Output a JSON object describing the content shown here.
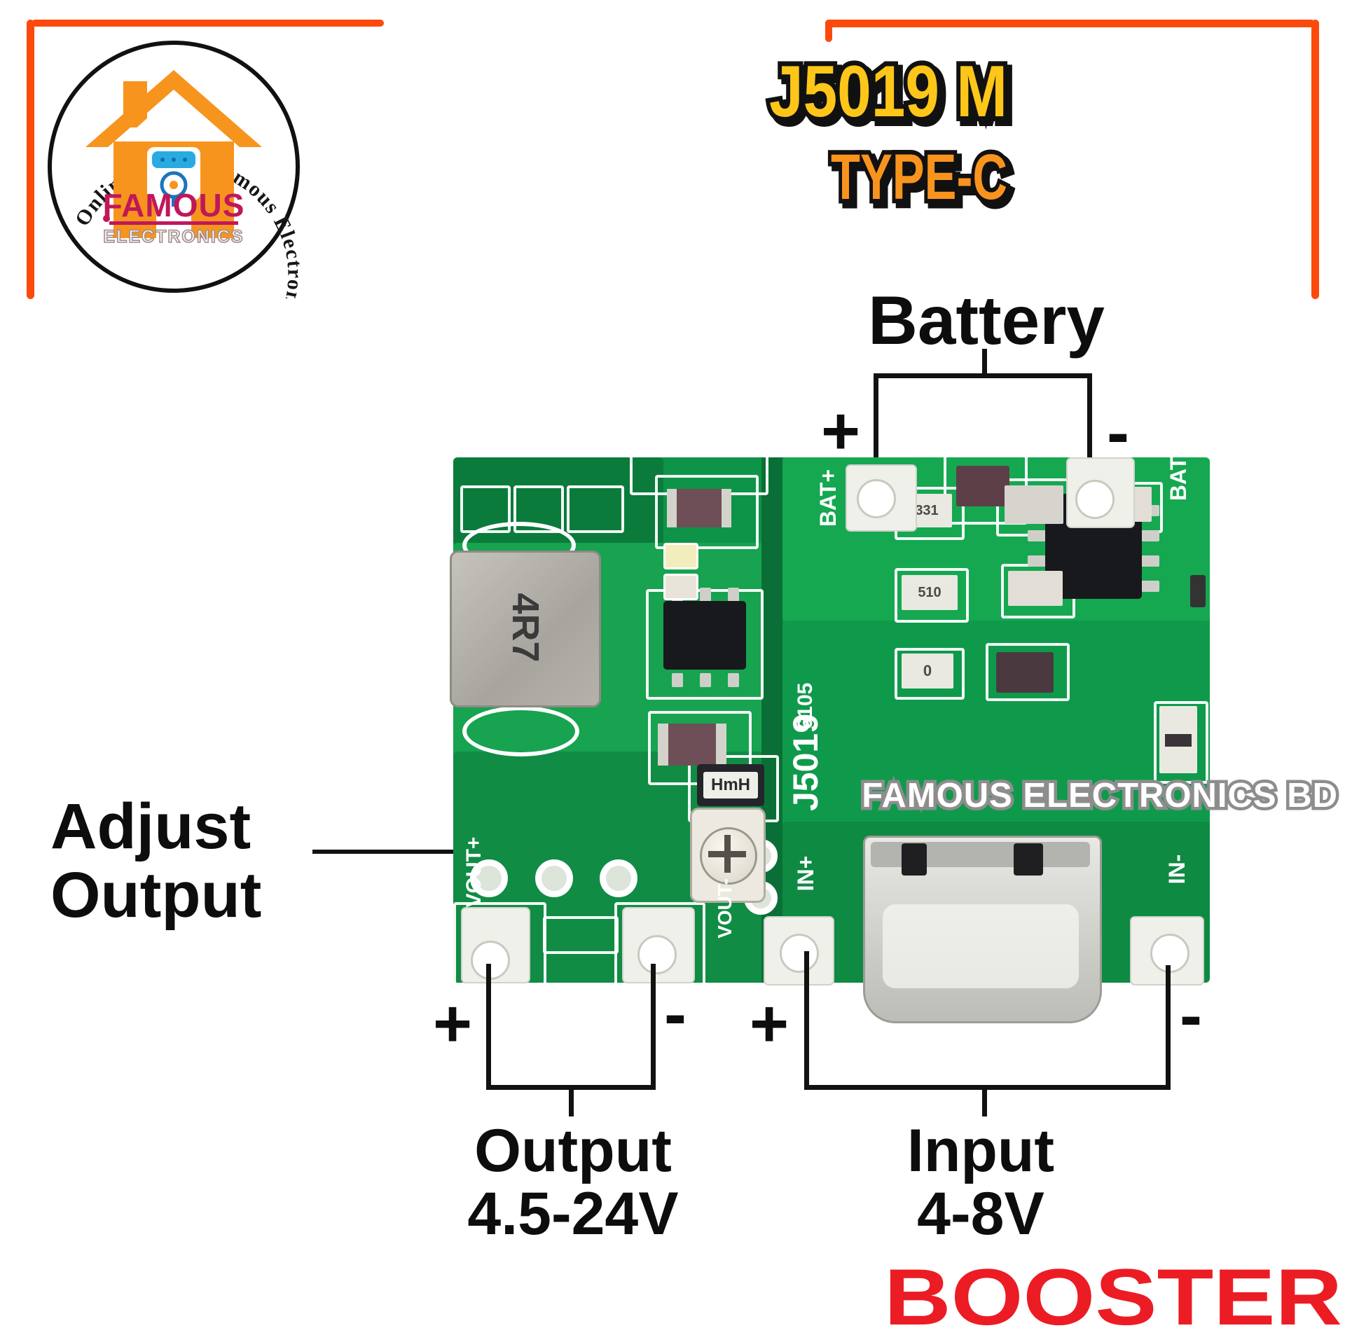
{
  "frame": {
    "color": "#FB4A0C"
  },
  "logo": {
    "ring_text": "Online Shop · Famous Electronics · Trusted Electronics ·",
    "brand": "FAMOUS",
    "brand_sub": "ELECTRONICS",
    "brand_color": "#C0175B",
    "house_color": "#F7941D"
  },
  "title": {
    "line1": "J5019 M",
    "line2": "TYPE-C",
    "line1_color": "#FFC61A",
    "line2_color": "#F8941E"
  },
  "annotations": {
    "battery": {
      "label": "Battery",
      "plus": "+",
      "minus": "-"
    },
    "adjust": {
      "line1": "Adjust",
      "line2": "Output"
    },
    "output": {
      "label": "Output",
      "range": "4.5-24V",
      "plus": "+",
      "minus": "-"
    },
    "input": {
      "label": "Input",
      "range": "4-8V",
      "plus": "+",
      "minus": "-"
    }
  },
  "board": {
    "watermark": "FAMOUS ELECTRONICS BD",
    "silk": {
      "bat_plus": "BAT+",
      "bat_minus": "BAT-",
      "in_plus": "IN+",
      "in_minus": "IN-",
      "vout_plus": "VOUT+",
      "vout_minus": "VOUT-",
      "model": "J5019",
      "batch": "6105",
      "inductor": "4R7",
      "hm_label": "HmH",
      "comp1": "331",
      "comp2": "510",
      "comp3": "0"
    }
  },
  "footer": {
    "booster": "BOOSTER",
    "color": "#EC1C24"
  }
}
